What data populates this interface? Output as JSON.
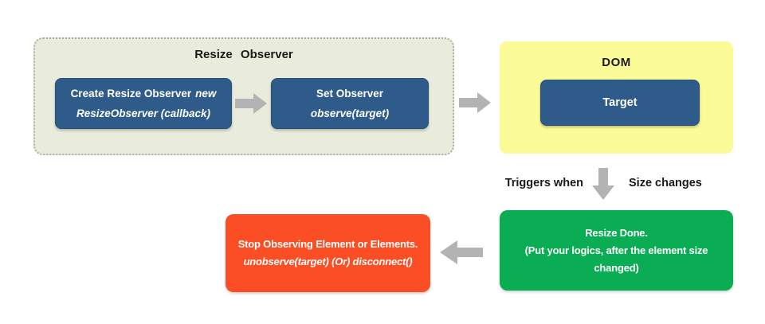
{
  "diagram": {
    "observer_group": {
      "title": "Resize Observer",
      "create_box": {
        "line1_text": "Create Resize Observer",
        "line1_italic": "new",
        "line2_italic": "ResizeObserver (callback)"
      },
      "set_box": {
        "line1": "Set Observer",
        "line2_italic": "observe(target)"
      }
    },
    "dom_group": {
      "title": "DOM",
      "target_box": {
        "label": "Target"
      }
    },
    "trigger_labels": {
      "left": "Triggers when",
      "right": "Size changes"
    },
    "resize_done_box": {
      "line1": "Resize Done.",
      "line2": "(Put your logics, after the element size changed)"
    },
    "stop_box": {
      "line1": "Stop Observing Element or Elements.",
      "line2_italic": "unobserve(target) (Or) disconnect()"
    }
  },
  "icons": {
    "arrow_right": "gray block arrow pointing right",
    "arrow_down": "gray block arrow pointing down",
    "arrow_left": "gray block arrow pointing left"
  },
  "colors": {
    "box_blue": "#2F5B8A",
    "panel_sage": "#E9ECDC",
    "panel_sage_border": "#ABAFA0",
    "panel_yellow": "#FBFB97",
    "green": "#0AAD53",
    "orange": "#FB4E24",
    "arrow_gray": "#B3B3B3",
    "text_dark": "#1A1A1A",
    "text_light": "#FFFFFF"
  }
}
